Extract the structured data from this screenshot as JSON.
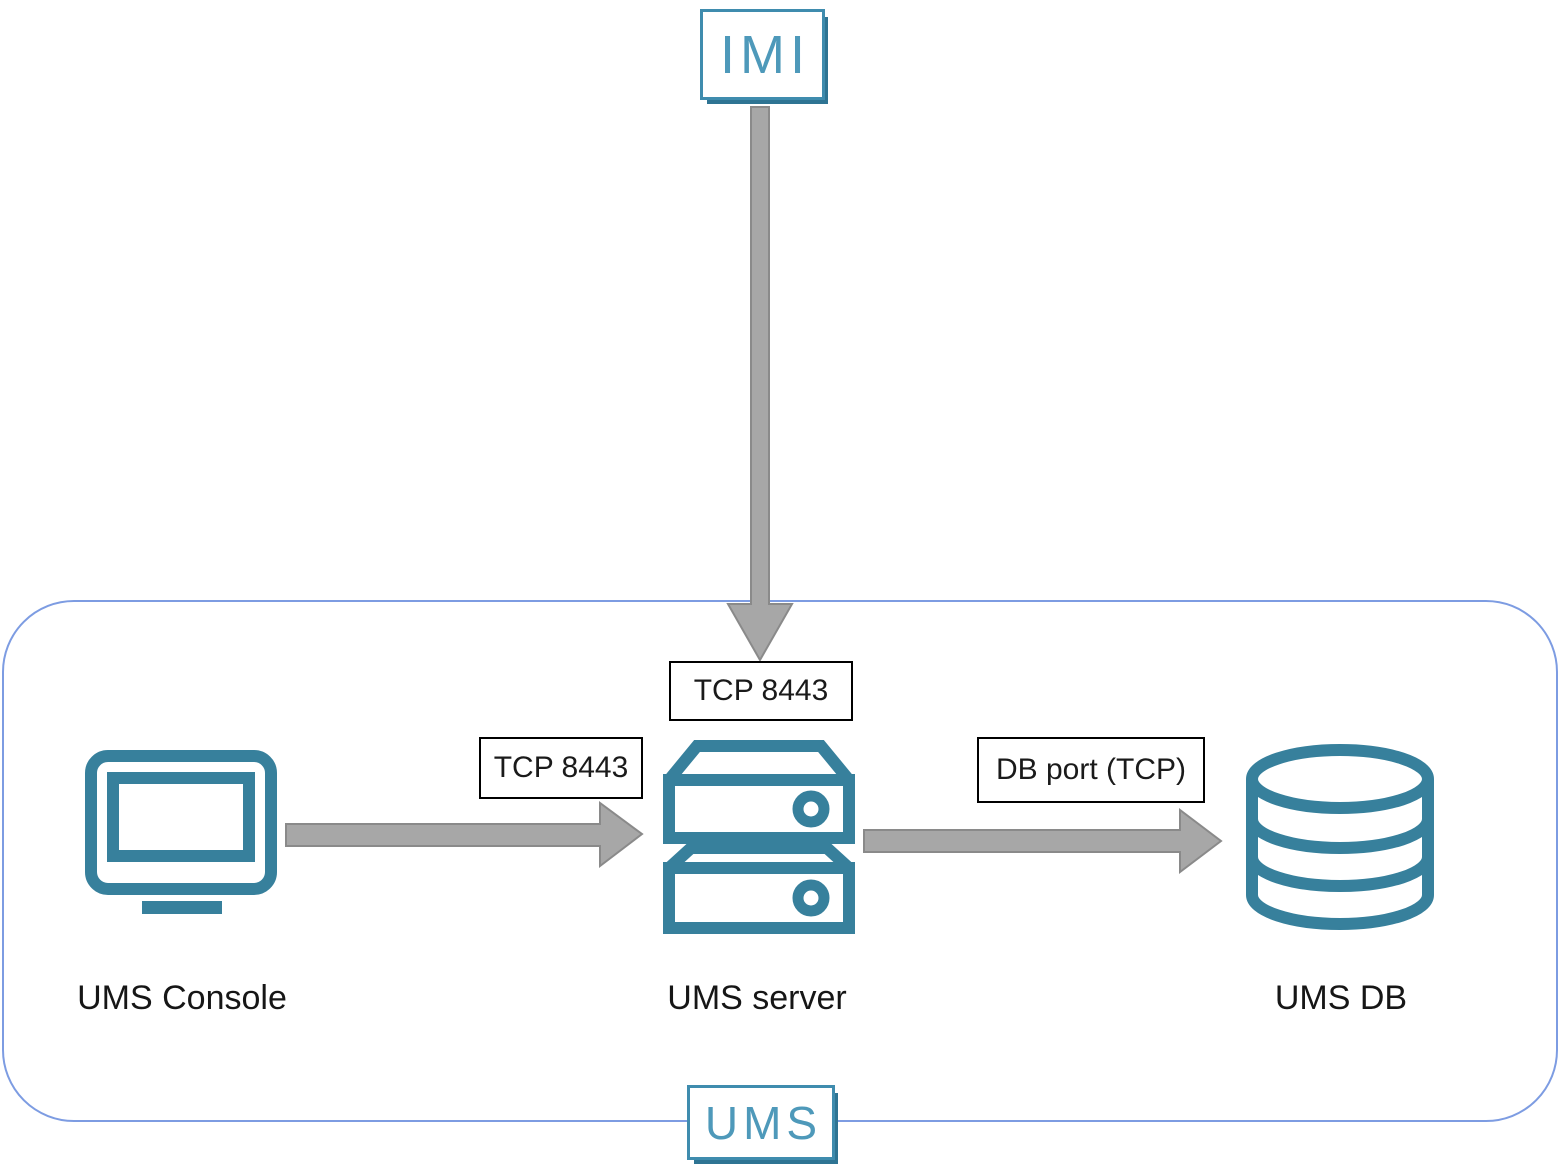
{
  "nodes": {
    "imi": {
      "label": "IMI"
    },
    "console": {
      "label": "UMS Console"
    },
    "server": {
      "label": "UMS server"
    },
    "db": {
      "label": "UMS DB"
    },
    "ums_group": {
      "label": "UMS"
    }
  },
  "connections": {
    "imi_to_server": {
      "label": "TCP 8443",
      "direction": "down"
    },
    "console_to_server": {
      "label": "TCP 8443",
      "direction": "right"
    },
    "server_to_db": {
      "label": "DB port (TCP)",
      "direction": "right"
    }
  },
  "colors": {
    "icon_teal": "#37809c",
    "logo_teal": "#4e99ba",
    "logo_border": "#3f8cae",
    "logo_shadow": "#2e7493",
    "arrow_fill": "#a7a7a7",
    "arrow_stroke": "#8a8a8a",
    "frame_border": "#7d9ce2",
    "label_border": "#000000",
    "text": "#161616"
  }
}
